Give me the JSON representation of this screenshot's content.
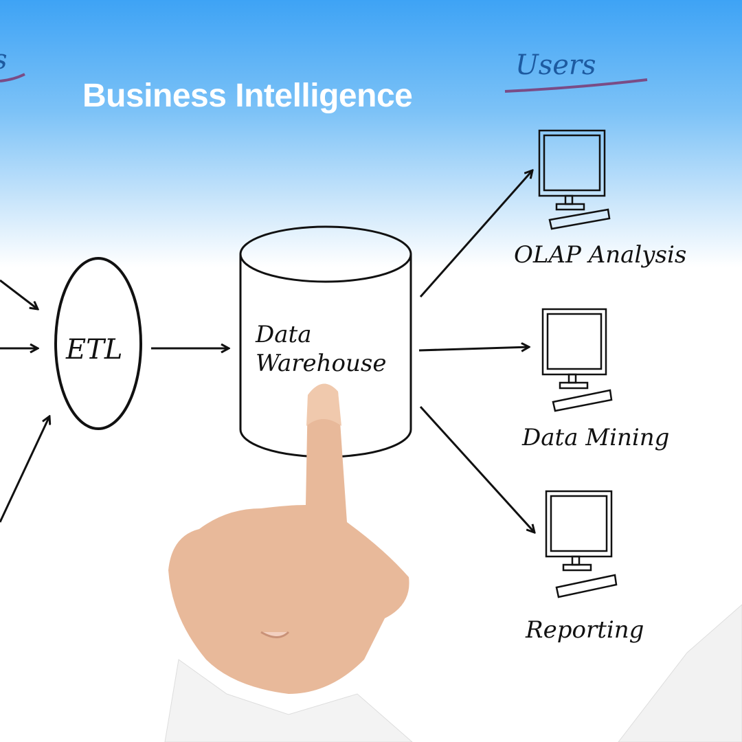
{
  "title": "Business Intelligence",
  "sources_label_fragment": "s",
  "users_label": "Users",
  "etl_label": "ETL",
  "warehouse": {
    "line1": "Data",
    "line2": "Warehouse"
  },
  "outputs": [
    {
      "label": "OLAP Analysis"
    },
    {
      "label": "Data Mining"
    },
    {
      "label": "Reporting"
    }
  ],
  "colors": {
    "sky": "#3ea3f5",
    "users_text": "#1d5aa0",
    "underline": "#7a4c86",
    "skin": "#e8b99a"
  }
}
